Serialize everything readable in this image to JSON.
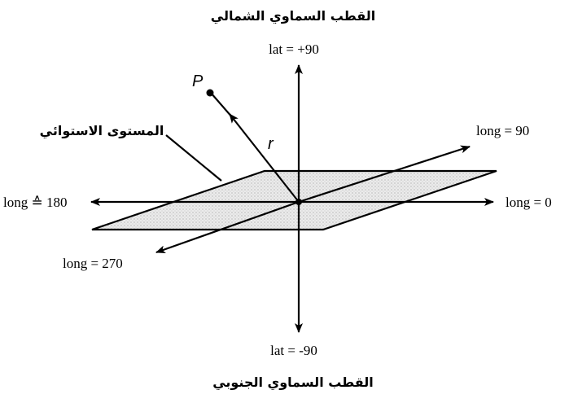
{
  "labels": {
    "north_pole": "القطب السماوي الشمالي",
    "south_pole": "القطب السماوي الجنوبي",
    "equatorial_plane": "المستوى الاستوائي",
    "lat_top": "lat = +90",
    "lat_bottom": "lat = -90",
    "long_0": "long = 0",
    "long_90": "long = 90",
    "long_180": "long ≙ 180",
    "long_270": "long = 270",
    "point": "P",
    "radius": "r"
  },
  "colors": {
    "stroke": "#000000",
    "plane_fill": "#e2e2e2"
  }
}
